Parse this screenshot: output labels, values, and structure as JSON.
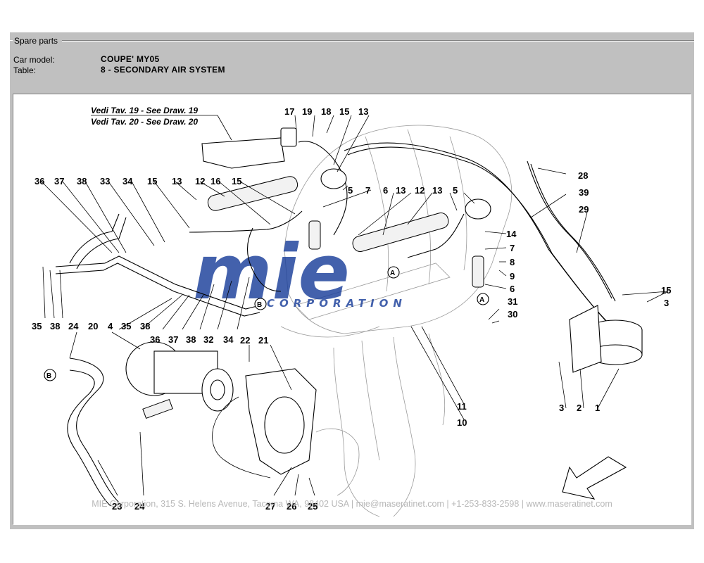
{
  "window": {
    "group_title": "Spare parts"
  },
  "header": {
    "car_model_label": "Car model:",
    "car_model_value": "COUPE' MY05",
    "table_label": "Table:",
    "table_value": "8 - SECONDARY AIR SYSTEM"
  },
  "diagram": {
    "see_refs": [
      "Vedi Tav. 19 - See Draw. 19",
      "Vedi Tav. 20 - See Draw. 20"
    ],
    "callouts": [
      "1",
      "2",
      "3",
      "4",
      "5",
      "6",
      "7",
      "8",
      "9",
      "10",
      "11",
      "12",
      "13",
      "14",
      "15",
      "16",
      "17",
      "18",
      "19",
      "20",
      "21",
      "22",
      "23",
      "24",
      "25",
      "26",
      "27",
      "28",
      "29",
      "30",
      "31",
      "32",
      "33",
      "34",
      "35",
      "36",
      "37",
      "38",
      "39"
    ],
    "reference_markers": [
      "A",
      "B"
    ],
    "watermark_text": "mie",
    "watermark_subtext": "CORPORATION",
    "watermark_color": "#1a3f9a"
  },
  "footer": {
    "text": "MIE Corporation, 315 S. Helens Avenue, Tacoma WA, 98402 USA   |   mie@maseratinet.com   |   +1-253-833-2598   |   www.maseratinet.com"
  }
}
